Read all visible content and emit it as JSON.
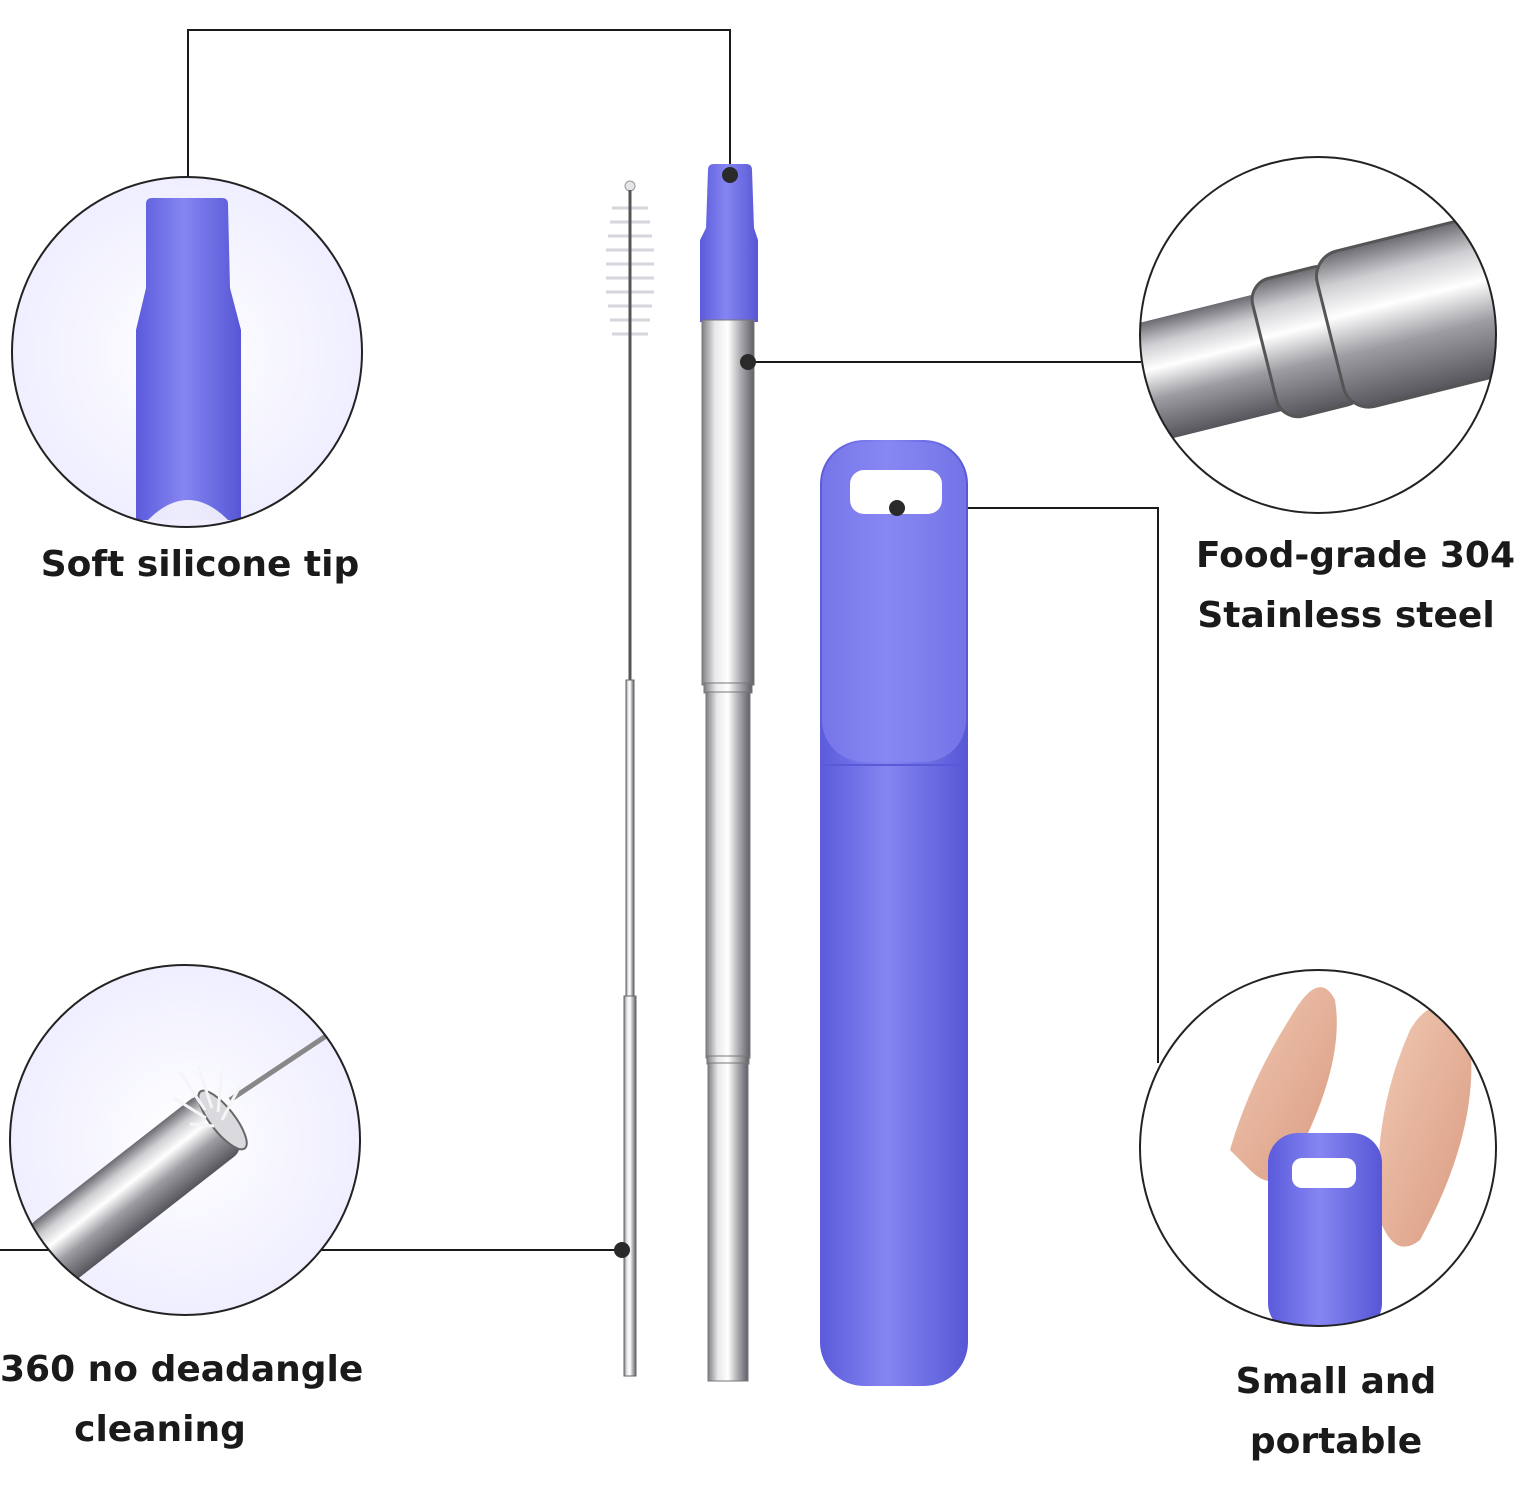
{
  "colors": {
    "accent_purple": "#6a6ae8",
    "steel": "#b8b8bc",
    "line": "#1a1a1a",
    "circle_border": "#222222"
  },
  "features": [
    {
      "id": "tip",
      "lines": [
        "Soft silicone tip"
      ],
      "icon": "silicone-tip-closeup"
    },
    {
      "id": "steel",
      "lines": [
        "Food-grade 304",
        "Stainless steel"
      ],
      "icon": "steel-tube-closeup"
    },
    {
      "id": "brush",
      "lines": [
        "360 no deadangle",
        "cleaning"
      ],
      "icon": "cleaning-brush-closeup"
    },
    {
      "id": "portable",
      "lines": [
        "Small and",
        "portable"
      ],
      "icon": "fingers-holding-case"
    }
  ],
  "product": {
    "items": [
      "cleaning-brush",
      "telescopic-straw",
      "carry-case"
    ]
  }
}
